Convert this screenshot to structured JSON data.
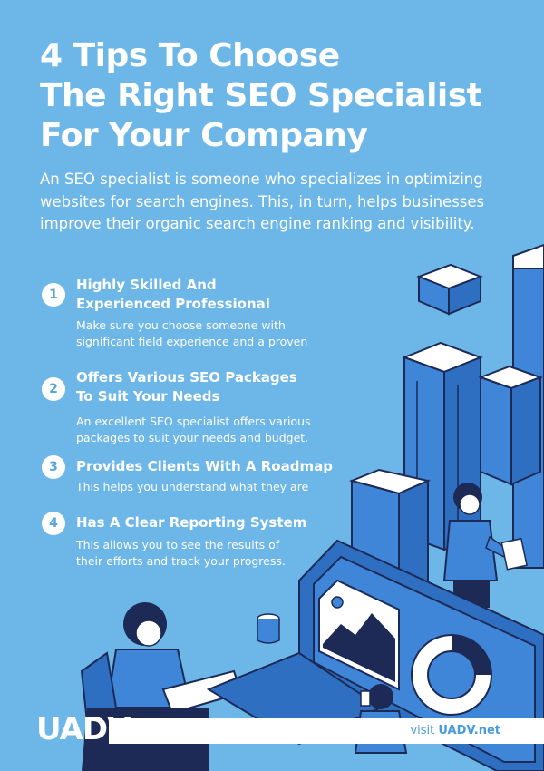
{
  "header": {
    "title_lines": [
      "4 Tips To Choose",
      "The Right SEO Specialist",
      "For Your Company"
    ],
    "intro": "An SEO specialist is someone who specializes in optimizing websites for search engines. This, in turn, helps businesses improve their organic search engine ranking and visibility."
  },
  "tips": [
    {
      "number": "1",
      "title_lines": [
        "Highly Skilled And",
        "Experienced Professional"
      ],
      "desc_lines": [
        "Make sure you choose someone with",
        "significant field experience and a proven"
      ]
    },
    {
      "number": "2",
      "title_lines": [
        "Offers Various SEO Packages",
        "To Suit Your Needs"
      ],
      "desc_lines": [
        "An excellent SEO specialist offers various",
        "packages to suit your needs and budget."
      ]
    },
    {
      "number": "3",
      "title_lines": [
        "Provides Clients With A Roadmap"
      ],
      "desc_lines": [
        "This helps you understand what they are"
      ]
    },
    {
      "number": "4",
      "title_lines": [
        "Has A Clear Reporting System"
      ],
      "desc_lines": [
        "This allows you to see the results of",
        "their efforts and track your progress."
      ]
    }
  ],
  "footer": {
    "logo": "UADV",
    "visit_prefix": "visit",
    "visit_link": "UADV.net"
  },
  "colors": {
    "background": "#6db6e8",
    "accent_dark": "#1c2a55",
    "accent_blue": "#3f86d8",
    "text": "#ffffff"
  }
}
